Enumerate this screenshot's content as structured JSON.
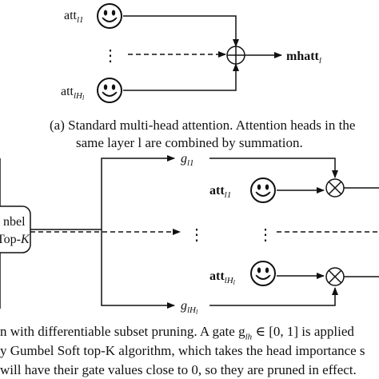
{
  "panel_a": {
    "head_first": "att",
    "head_first_sub": "l1",
    "head_last": "att",
    "head_last_sub": "lH",
    "head_last_subsub": "l",
    "output": "mhatt",
    "output_sub": "l",
    "combine_symbol": "⊕",
    "vdots": "⋮",
    "caption_line1": "(a) Standard multi-head attention. Attention heads in the",
    "caption_line2": "same layer l are combined by summation."
  },
  "panel_b": {
    "module_line1": "nbel",
    "module_line2": "Top-K",
    "gate_top": "g",
    "gate_top_sub": "l1",
    "gate_bottom": "g",
    "gate_bottom_sub": "lH",
    "gate_bottom_subsub": "l",
    "head_first": "att",
    "head_first_sub": "l1",
    "head_last": "att",
    "head_last_sub": "lH",
    "head_last_subsub": "l",
    "multiply_symbol": "⊗",
    "vdots": "⋮",
    "caption_line1": "n with differentiable subset pruning. A gate g",
    "caption_line1_sub": "lh",
    "caption_line1_tail": " ∈ [0, 1] is applied",
    "caption_line2": "y Gumbel Soft top-K algorithm, which takes the head importance s",
    "caption_line3": " will have their gate values close to 0, so they are pruned in effect."
  },
  "icons": {
    "head_icon": "smiley-face-icon"
  }
}
